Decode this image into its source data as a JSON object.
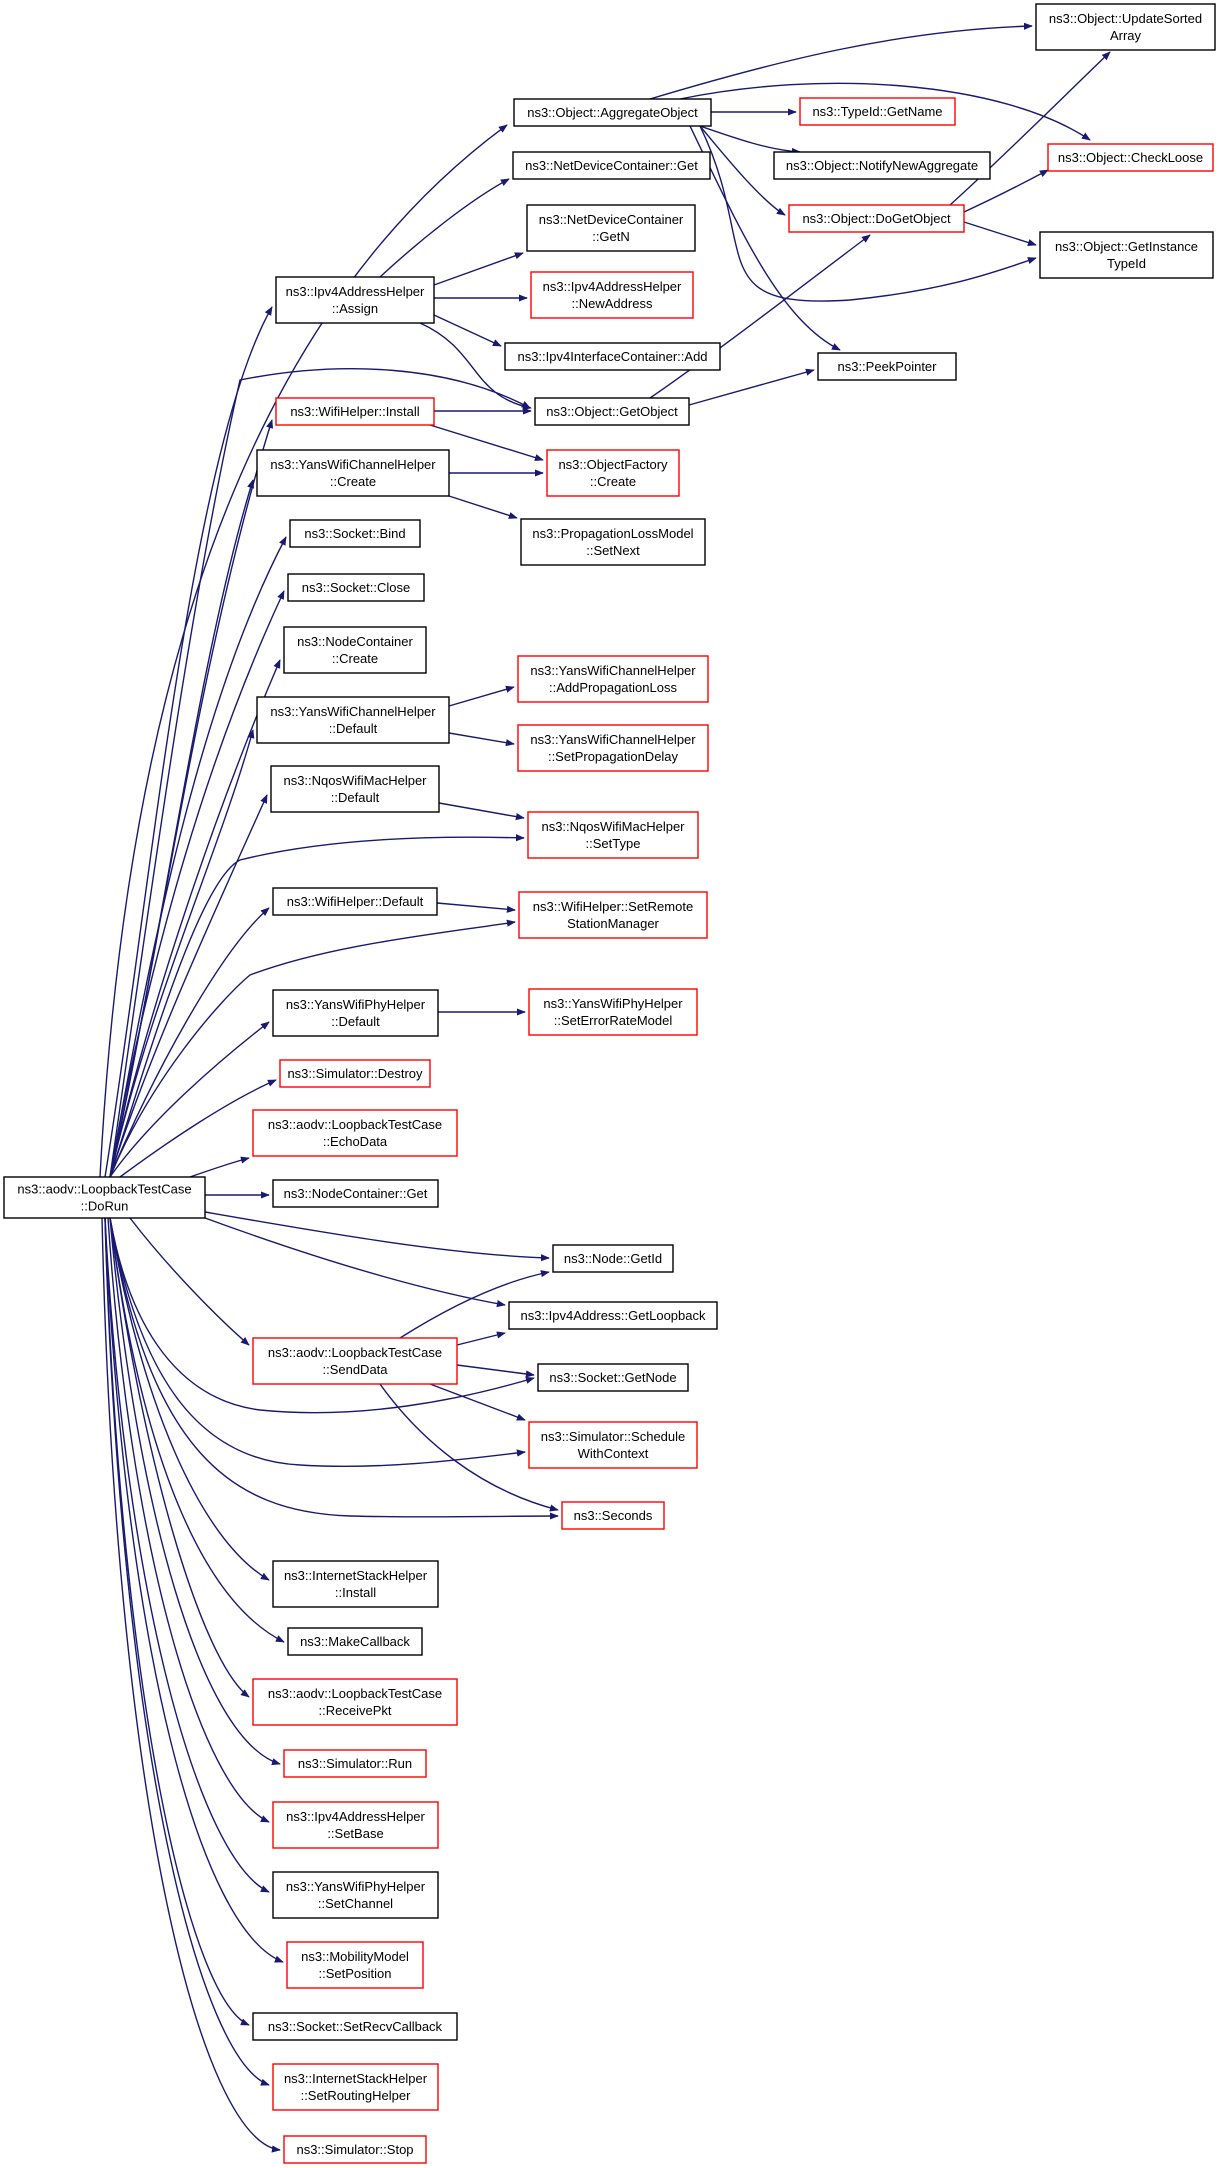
{
  "colors": {
    "edge": "#191970",
    "border_normal": "#000000",
    "border_undocumented": "#ff0000",
    "root_fill": "#bfbfbf",
    "background": "#ffffff"
  },
  "nodes": [
    {
      "id": "root",
      "lines": [
        "ns3::aodv::LoopbackTestCase",
        "::DoRun"
      ],
      "style": "root"
    },
    {
      "id": "aggregate",
      "lines": [
        "ns3::Object::AggregateObject"
      ],
      "style": "normal"
    },
    {
      "id": "updatesorted",
      "lines": [
        "ns3::Object::UpdateSorted",
        "Array"
      ],
      "style": "normal"
    },
    {
      "id": "typeidname",
      "lines": [
        "ns3::TypeId::GetName"
      ],
      "style": "red"
    },
    {
      "id": "checkloose",
      "lines": [
        "ns3::Object::CheckLoose"
      ],
      "style": "red"
    },
    {
      "id": "ndcget",
      "lines": [
        "ns3::NetDeviceContainer::Get"
      ],
      "style": "normal"
    },
    {
      "id": "notifynew",
      "lines": [
        "ns3::Object::NotifyNewAggregate"
      ],
      "style": "normal"
    },
    {
      "id": "dogetobject",
      "lines": [
        "ns3::Object::DoGetObject"
      ],
      "style": "red"
    },
    {
      "id": "ndcgetn",
      "lines": [
        "ns3::NetDeviceContainer",
        "::GetN"
      ],
      "style": "normal"
    },
    {
      "id": "getinstance",
      "lines": [
        "ns3::Object::GetInstance",
        "TypeId"
      ],
      "style": "normal"
    },
    {
      "id": "ipv4assign",
      "lines": [
        "ns3::Ipv4AddressHelper",
        "::Assign"
      ],
      "style": "normal"
    },
    {
      "id": "newaddress",
      "lines": [
        "ns3::Ipv4AddressHelper",
        "::NewAddress"
      ],
      "style": "red"
    },
    {
      "id": "iicadd",
      "lines": [
        "ns3::Ipv4InterfaceContainer::Add"
      ],
      "style": "normal"
    },
    {
      "id": "peekpointer",
      "lines": [
        "ns3::PeekPointer"
      ],
      "style": "normal"
    },
    {
      "id": "wifiinstall",
      "lines": [
        "ns3::WifiHelper::Install"
      ],
      "style": "red"
    },
    {
      "id": "getobject",
      "lines": [
        "ns3::Object::GetObject"
      ],
      "style": "normal"
    },
    {
      "id": "yanschcreate",
      "lines": [
        "ns3::YansWifiChannelHelper",
        "::Create"
      ],
      "style": "normal"
    },
    {
      "id": "objfactcreate",
      "lines": [
        "ns3::ObjectFactory",
        "::Create"
      ],
      "style": "red"
    },
    {
      "id": "proplossnext",
      "lines": [
        "ns3::PropagationLossModel",
        "::SetNext"
      ],
      "style": "normal"
    },
    {
      "id": "socketbind",
      "lines": [
        "ns3::Socket::Bind"
      ],
      "style": "normal"
    },
    {
      "id": "socketclose",
      "lines": [
        "ns3::Socket::Close"
      ],
      "style": "normal"
    },
    {
      "id": "nccreate",
      "lines": [
        "ns3::NodeContainer",
        "::Create"
      ],
      "style": "normal"
    },
    {
      "id": "addproploss",
      "lines": [
        "ns3::YansWifiChannelHelper",
        "::AddPropagationLoss"
      ],
      "style": "red"
    },
    {
      "id": "yanschdefault",
      "lines": [
        "ns3::YansWifiChannelHelper",
        "::Default"
      ],
      "style": "normal"
    },
    {
      "id": "setpropdelay",
      "lines": [
        "ns3::YansWifiChannelHelper",
        "::SetPropagationDelay"
      ],
      "style": "red"
    },
    {
      "id": "nqosdefault",
      "lines": [
        "ns3::NqosWifiMacHelper",
        "::Default"
      ],
      "style": "normal"
    },
    {
      "id": "nqossettype",
      "lines": [
        "ns3::NqosWifiMacHelper",
        "::SetType"
      ],
      "style": "red"
    },
    {
      "id": "wifidefault",
      "lines": [
        "ns3::WifiHelper::Default"
      ],
      "style": "normal"
    },
    {
      "id": "setremote",
      "lines": [
        "ns3::WifiHelper::SetRemote",
        "StationManager"
      ],
      "style": "red"
    },
    {
      "id": "yansphydefault",
      "lines": [
        "ns3::YansWifiPhyHelper",
        "::Default"
      ],
      "style": "normal"
    },
    {
      "id": "seterrorrate",
      "lines": [
        "ns3::YansWifiPhyHelper",
        "::SetErrorRateModel"
      ],
      "style": "red"
    },
    {
      "id": "simdestroy",
      "lines": [
        "ns3::Simulator::Destroy"
      ],
      "style": "red"
    },
    {
      "id": "echodata",
      "lines": [
        "ns3::aodv::LoopbackTestCase",
        "::EchoData"
      ],
      "style": "red"
    },
    {
      "id": "ncget",
      "lines": [
        "ns3::NodeContainer::Get"
      ],
      "style": "normal"
    },
    {
      "id": "nodegetid",
      "lines": [
        "ns3::Node::GetId"
      ],
      "style": "normal"
    },
    {
      "id": "getloopback",
      "lines": [
        "ns3::Ipv4Address::GetLoopback"
      ],
      "style": "normal"
    },
    {
      "id": "senddata",
      "lines": [
        "ns3::aodv::LoopbackTestCase",
        "::SendData"
      ],
      "style": "red"
    },
    {
      "id": "socketgetnode",
      "lines": [
        "ns3::Socket::GetNode"
      ],
      "style": "normal"
    },
    {
      "id": "schedulectx",
      "lines": [
        "ns3::Simulator::Schedule",
        "WithContext"
      ],
      "style": "red"
    },
    {
      "id": "seconds",
      "lines": [
        "ns3::Seconds"
      ],
      "style": "red"
    },
    {
      "id": "ishinstall",
      "lines": [
        "ns3::InternetStackHelper",
        "::Install"
      ],
      "style": "normal"
    },
    {
      "id": "makecallback",
      "lines": [
        "ns3::MakeCallback"
      ],
      "style": "normal"
    },
    {
      "id": "receivepkt",
      "lines": [
        "ns3::aodv::LoopbackTestCase",
        "::ReceivePkt"
      ],
      "style": "red"
    },
    {
      "id": "simrun",
      "lines": [
        "ns3::Simulator::Run"
      ],
      "style": "red"
    },
    {
      "id": "ipv4setbase",
      "lines": [
        "ns3::Ipv4AddressHelper",
        "::SetBase"
      ],
      "style": "red"
    },
    {
      "id": "setchannel",
      "lines": [
        "ns3::YansWifiPhyHelper",
        "::SetChannel"
      ],
      "style": "normal"
    },
    {
      "id": "setposition",
      "lines": [
        "ns3::MobilityModel",
        "::SetPosition"
      ],
      "style": "red"
    },
    {
      "id": "setrecvcb",
      "lines": [
        "ns3::Socket::SetRecvCallback"
      ],
      "style": "normal"
    },
    {
      "id": "setrouting",
      "lines": [
        "ns3::InternetStackHelper",
        "::SetRoutingHelper"
      ],
      "style": "red"
    },
    {
      "id": "simstop",
      "lines": [
        "ns3::Simulator::Stop"
      ],
      "style": "red"
    }
  ],
  "edges": [
    [
      "aggregate",
      "updatesorted"
    ],
    [
      "aggregate",
      "typeidname"
    ],
    [
      "aggregate",
      "checkloose"
    ],
    [
      "aggregate",
      "notifynew"
    ],
    [
      "aggregate",
      "dogetobject"
    ],
    [
      "aggregate",
      "getinstance"
    ],
    [
      "aggregate",
      "peekpointer"
    ],
    [
      "dogetobject",
      "updatesorted"
    ],
    [
      "dogetobject",
      "checkloose"
    ],
    [
      "dogetobject",
      "getinstance"
    ],
    [
      "getobject",
      "dogetobject"
    ],
    [
      "getobject",
      "peekpointer"
    ],
    [
      "ipv4assign",
      "ndcget"
    ],
    [
      "ipv4assign",
      "ndcgetn"
    ],
    [
      "ipv4assign",
      "newaddress"
    ],
    [
      "ipv4assign",
      "iicadd"
    ],
    [
      "ipv4assign",
      "getobject"
    ],
    [
      "wifiinstall",
      "getobject"
    ],
    [
      "wifiinstall",
      "objfactcreate"
    ],
    [
      "yanschcreate",
      "objfactcreate"
    ],
    [
      "yanschcreate",
      "proplossnext"
    ],
    [
      "yanschdefault",
      "addproploss"
    ],
    [
      "yanschdefault",
      "setpropdelay"
    ],
    [
      "nqosdefault",
      "nqossettype"
    ],
    [
      "wifidefault",
      "setremote"
    ],
    [
      "yansphydefault",
      "seterrorrate"
    ],
    [
      "senddata",
      "nodegetid"
    ],
    [
      "senddata",
      "getloopback"
    ],
    [
      "senddata",
      "socketgetnode"
    ],
    [
      "senddata",
      "schedulectx"
    ],
    [
      "senddata",
      "seconds"
    ],
    [
      "root",
      "aggregate"
    ],
    [
      "root",
      "ipv4assign"
    ],
    [
      "root",
      "getobject"
    ],
    [
      "root",
      "wifiinstall"
    ],
    [
      "root",
      "yanschcreate"
    ],
    [
      "root",
      "socketbind"
    ],
    [
      "root",
      "socketclose"
    ],
    [
      "root",
      "nccreate"
    ],
    [
      "root",
      "yanschdefault"
    ],
    [
      "root",
      "nqosdefault"
    ],
    [
      "root",
      "nqossettype"
    ],
    [
      "root",
      "wifidefault"
    ],
    [
      "root",
      "setremote"
    ],
    [
      "root",
      "yansphydefault"
    ],
    [
      "root",
      "simdestroy"
    ],
    [
      "root",
      "echodata"
    ],
    [
      "root",
      "ncget"
    ],
    [
      "root",
      "nodegetid"
    ],
    [
      "root",
      "getloopback"
    ],
    [
      "root",
      "senddata"
    ],
    [
      "root",
      "socketgetnode"
    ],
    [
      "root",
      "schedulectx"
    ],
    [
      "root",
      "seconds"
    ],
    [
      "root",
      "ishinstall"
    ],
    [
      "root",
      "makecallback"
    ],
    [
      "root",
      "receivepkt"
    ],
    [
      "root",
      "simrun"
    ],
    [
      "root",
      "ipv4setbase"
    ],
    [
      "root",
      "setchannel"
    ],
    [
      "root",
      "setposition"
    ],
    [
      "root",
      "setrecvcb"
    ],
    [
      "root",
      "setrouting"
    ],
    [
      "root",
      "simstop"
    ]
  ]
}
